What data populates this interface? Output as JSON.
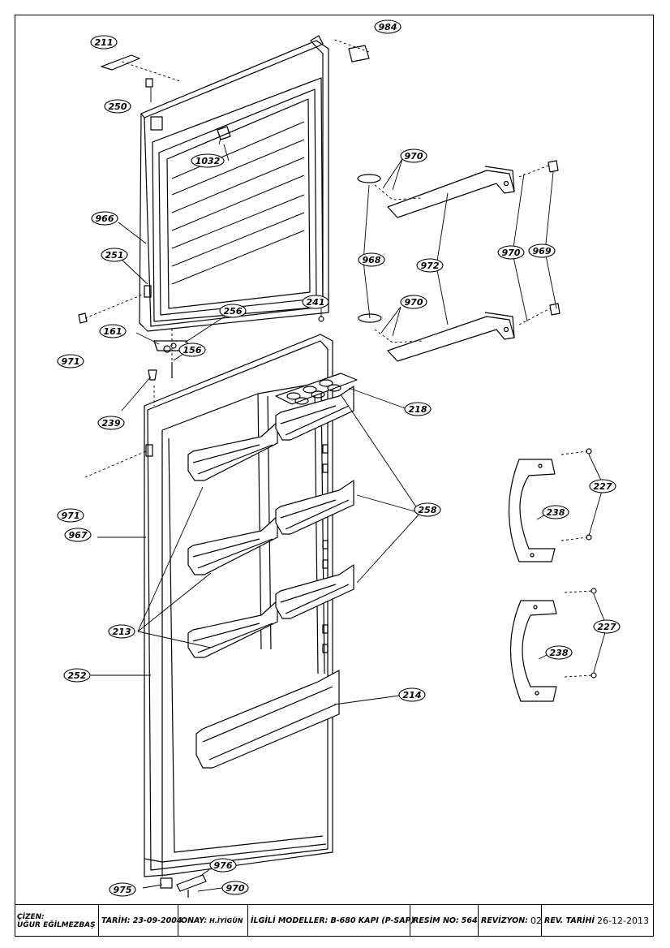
{
  "callouts": [
    {
      "id": "c211",
      "text": "211"
    },
    {
      "id": "c250",
      "text": "250"
    },
    {
      "id": "c984",
      "text": "984"
    },
    {
      "id": "c1032",
      "text": "1032"
    },
    {
      "id": "c966",
      "text": "966"
    },
    {
      "id": "c251",
      "text": "251"
    },
    {
      "id": "c970a",
      "text": "970"
    },
    {
      "id": "c968",
      "text": "968"
    },
    {
      "id": "c972",
      "text": "972"
    },
    {
      "id": "c970b",
      "text": "970"
    },
    {
      "id": "c969",
      "text": "969"
    },
    {
      "id": "c970c",
      "text": "970"
    },
    {
      "id": "c971a",
      "text": "971"
    },
    {
      "id": "c161",
      "text": "161"
    },
    {
      "id": "c256",
      "text": "256"
    },
    {
      "id": "c156",
      "text": "156"
    },
    {
      "id": "c241",
      "text": "241"
    },
    {
      "id": "c239",
      "text": "239"
    },
    {
      "id": "c218",
      "text": "218"
    },
    {
      "id": "c971b",
      "text": "971"
    },
    {
      "id": "c967",
      "text": "967"
    },
    {
      "id": "c258",
      "text": "258"
    },
    {
      "id": "c227a",
      "text": "227"
    },
    {
      "id": "c238a",
      "text": "238"
    },
    {
      "id": "c213",
      "text": "213"
    },
    {
      "id": "c227b",
      "text": "227"
    },
    {
      "id": "c238b",
      "text": "238"
    },
    {
      "id": "c252",
      "text": "252"
    },
    {
      "id": "c214",
      "text": "214"
    },
    {
      "id": "c976",
      "text": "976"
    },
    {
      "id": "c975",
      "text": "975"
    },
    {
      "id": "c970d",
      "text": "970"
    }
  ],
  "title_block": {
    "drawer_label": "ÇİZEN:",
    "drawer_name": "UĞUR EĞİLMEZBAŞ",
    "date_label": "TARİH:",
    "date_value": "23-09-2004",
    "approval_label": "ONAY:",
    "approval_value": "H.İYİGÜN",
    "models_label": "İLGİLİ MODELLER:",
    "models_value": "B-680 KAPI (P-SAP)",
    "drawing_label": "RESİM NO:",
    "drawing_value": "564",
    "revision_label": "REVİZYON:",
    "revision_value": "02",
    "rev_date_label": "REV. TARİHİ",
    "rev_date_value": "26-12-2013"
  }
}
